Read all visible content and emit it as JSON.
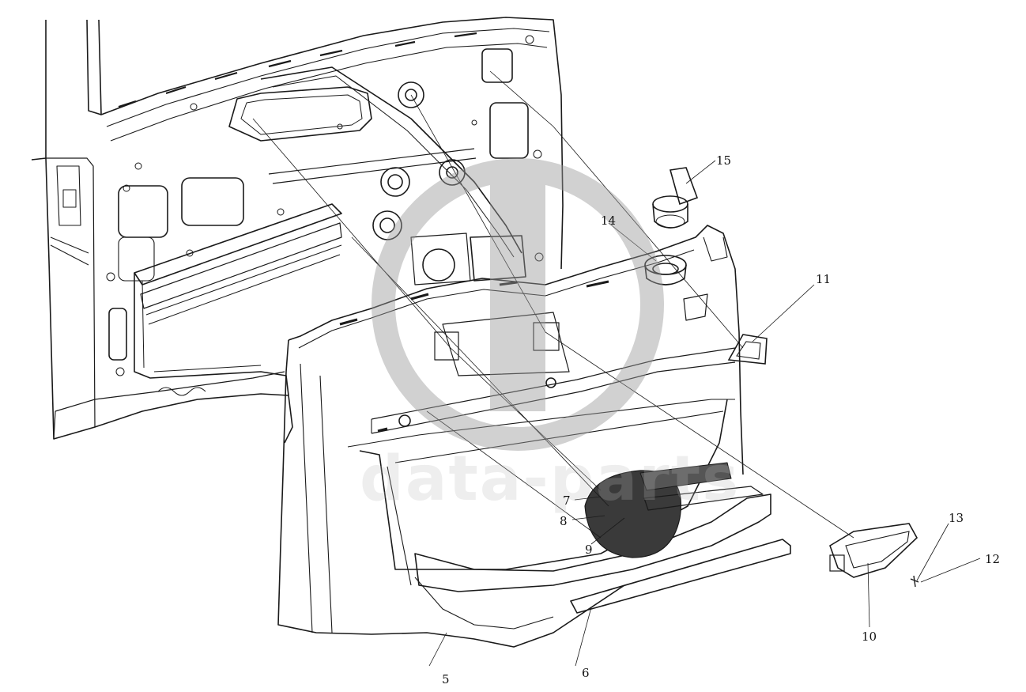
{
  "diagram": {
    "callouts": [
      {
        "id": "5",
        "label": "5"
      },
      {
        "id": "6",
        "label": "6"
      },
      {
        "id": "7",
        "label": "7"
      },
      {
        "id": "8",
        "label": "8"
      },
      {
        "id": "9",
        "label": "9"
      },
      {
        "id": "10",
        "label": "10"
      },
      {
        "id": "11",
        "label": "11"
      },
      {
        "id": "12",
        "label": "12"
      },
      {
        "id": "13",
        "label": "13"
      },
      {
        "id": "14",
        "label": "14"
      },
      {
        "id": "15",
        "label": "15"
      }
    ]
  },
  "watermark": {
    "text": "data-parts"
  },
  "colors": {
    "line": "#1a1a1a",
    "watermark": "#b9b9b9",
    "background": "#ffffff"
  }
}
